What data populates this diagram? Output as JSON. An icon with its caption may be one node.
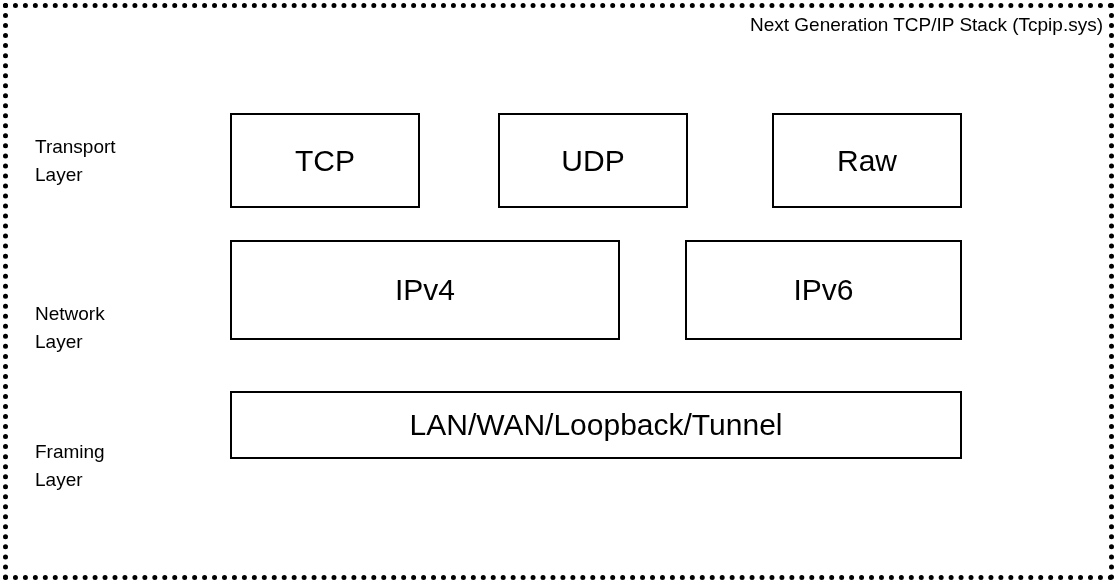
{
  "diagram": {
    "nodes": [
      {
        "text": [
          "Next Generation TCP/IP Stack (Tcpip.sys)"
        ]
      },
      {
        "text": [
          "TCP"
        ],
        "in": 0
      },
      {
        "text": [
          "UDP"
        ],
        "in": 0
      },
      {
        "text": [
          "Raw"
        ],
        "in": 0
      },
      {
        "text": [
          "IPv4"
        ],
        "in": 0
      },
      {
        "text": [
          "IPv6"
        ],
        "in": 0
      },
      {
        "text": [
          "LAN/WAN/Loopback/Tunnel"
        ],
        "in": 0
      }
    ],
    "labels": [
      "Transport Layer",
      "Network Layer",
      "Framing Layer"
    ]
  }
}
